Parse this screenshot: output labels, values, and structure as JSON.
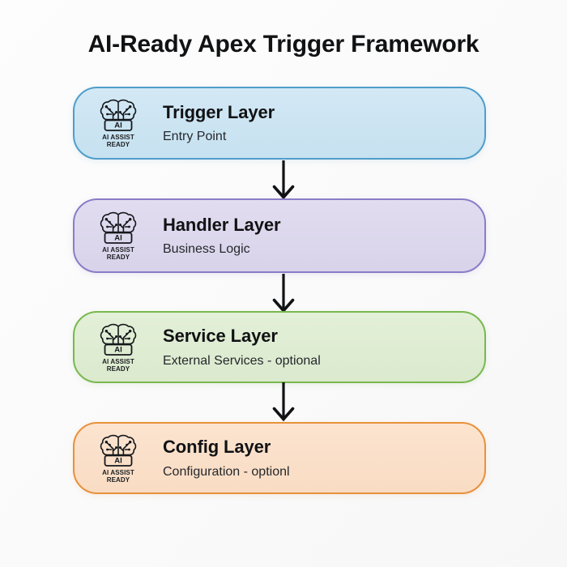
{
  "page": {
    "title": "AI-Ready Apex Trigger Framework",
    "background_color": "#fcfcfc"
  },
  "badge": {
    "icon_name": "ai-brain-circuit-icon",
    "chip_label": "AI",
    "caption_line1": "AI ASSIST",
    "caption_line2": "READY",
    "caption": "AI ASSIST\nREADY"
  },
  "flow": {
    "arrow_icon": "arrow-down-icon",
    "arrows": [
      {
        "from": "Trigger Layer",
        "to": "Handler Layer"
      },
      {
        "from": "Handler Layer",
        "to": "Service Layer"
      },
      {
        "from": "Service Layer",
        "to": "Config Layer"
      }
    ],
    "layers": [
      {
        "id": "trigger",
        "title": "Trigger Layer",
        "subtitle": "Entry Point",
        "fill_color": "#cbe4f2",
        "border_color": "#4f9ec9"
      },
      {
        "id": "handler",
        "title": "Handler Layer",
        "subtitle": "Business Logic",
        "fill_color": "#dcd7ec",
        "border_color": "#8a7dc6"
      },
      {
        "id": "service",
        "title": "Service Layer",
        "subtitle": "External Services - optional",
        "fill_color": "#deecd2",
        "border_color": "#78b84e"
      },
      {
        "id": "config",
        "title": "Config Layer",
        "subtitle": "Configuration - optionl",
        "fill_color": "#fadfc8",
        "border_color": "#e8913c"
      }
    ]
  }
}
